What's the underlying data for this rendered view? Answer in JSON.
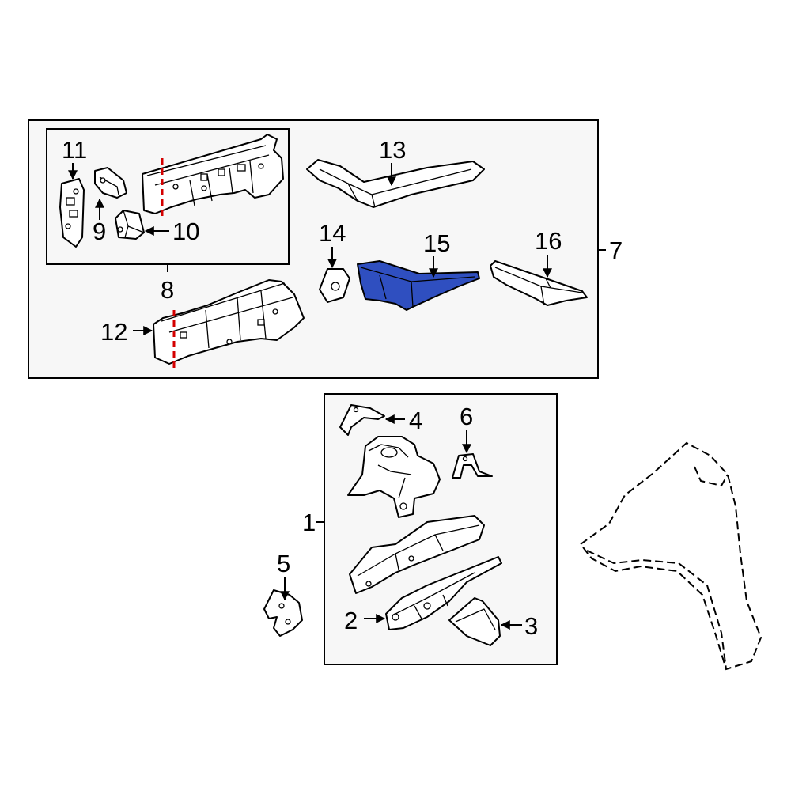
{
  "callouts": {
    "c1": "1",
    "c2": "2",
    "c3": "3",
    "c4": "4",
    "c5": "5",
    "c6": "6",
    "c7": "7",
    "c8": "8",
    "c9": "9",
    "c10": "10",
    "c11": "11",
    "c12": "12",
    "c13": "13",
    "c14": "14",
    "c15": "15",
    "c16": "16"
  },
  "colors": {
    "highlight": "#2f4fc0",
    "cut_line": "#d40000",
    "box_fill": "#f7f7f7"
  },
  "highlighted_part": "15"
}
